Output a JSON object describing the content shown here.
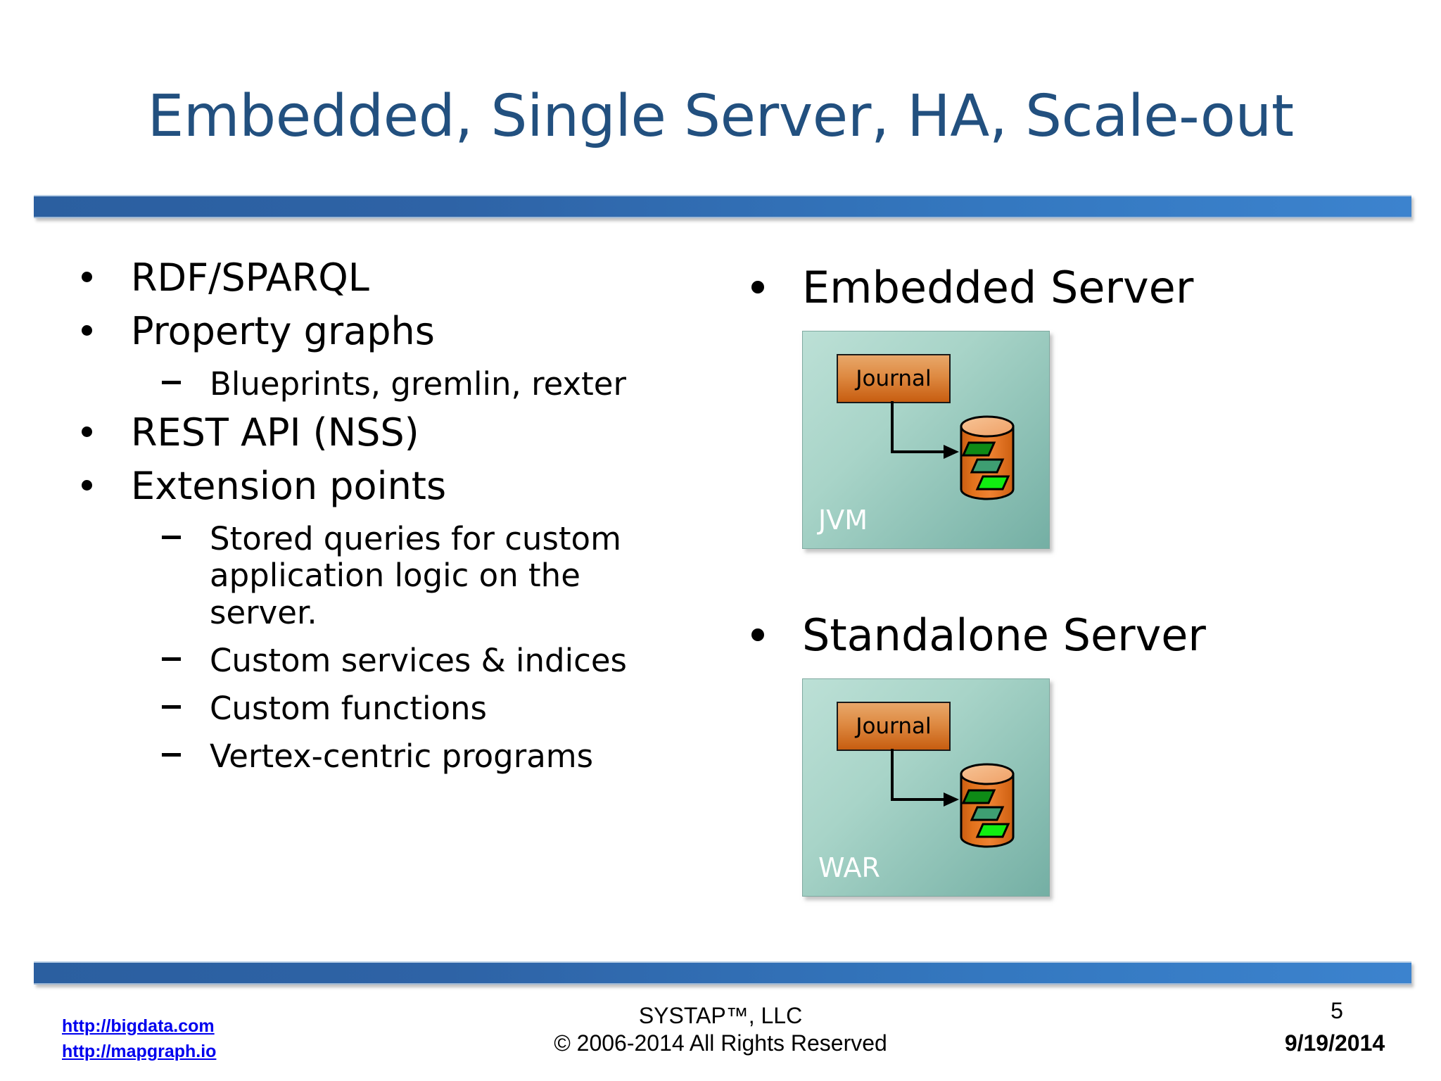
{
  "slide": {
    "title": "Embedded, Single Server, HA, Scale-out",
    "page_number": "5",
    "date": "9/19/2014",
    "accent_color": "#22507F",
    "bar_color_left": "#2B5FA0",
    "bar_color_right": "#3C83CE"
  },
  "left_column": {
    "items": [
      {
        "level": 1,
        "text": "RDF/SPARQL"
      },
      {
        "level": 1,
        "text": "Property graphs"
      },
      {
        "level": 2,
        "text": "Blueprints, gremlin, rexter"
      },
      {
        "level": 1,
        "text": "REST API (NSS)"
      },
      {
        "level": 1,
        "text": "Extension points"
      },
      {
        "level": 2,
        "text": "Stored queries for custom application logic on the server."
      },
      {
        "level": 2,
        "text": "Custom services & indices"
      },
      {
        "level": 2,
        "text": "Custom functions"
      },
      {
        "level": 2,
        "text": "Vertex-centric programs"
      }
    ]
  },
  "right_column": {
    "sections": [
      {
        "heading": "Embedded Server",
        "diagram": {
          "container_label": "JVM",
          "box_label": "Journal",
          "container_color": "#A8D4C8",
          "box_color": "#DE8A42",
          "cylinder_color": "#E2721C",
          "index_colors": [
            "#0E8A16",
            "#3E9E72",
            "#11EE11"
          ]
        }
      },
      {
        "heading": "Standalone Server",
        "diagram": {
          "container_label": "WAR",
          "box_label": "Journal",
          "container_color": "#A8D4C8",
          "box_color": "#DE8A42",
          "cylinder_color": "#E2721C",
          "index_colors": [
            "#0E8A16",
            "#3E9E72",
            "#11EE11"
          ]
        }
      }
    ]
  },
  "footer": {
    "links": [
      {
        "label": "http://bigdata.com"
      },
      {
        "label": "http://mapgraph.io"
      }
    ],
    "company": "SYSTAP™, LLC",
    "copyright": "© 2006-2014 All Rights Reserved"
  }
}
